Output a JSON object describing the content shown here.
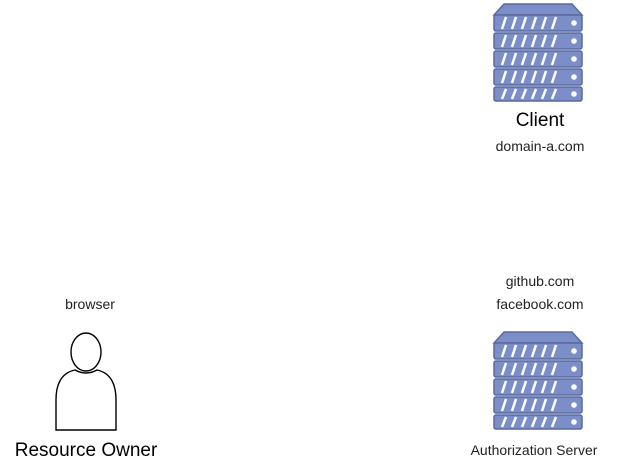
{
  "client": {
    "title": "Client",
    "domain": "domain-a.com"
  },
  "resource_owner": {
    "caption": "browser",
    "title": "Resource Owner"
  },
  "auth_server": {
    "domains": [
      "github.com",
      "facebook.com"
    ],
    "title": "Authorization Server"
  },
  "colors": {
    "server_fill": "#7b8ec7",
    "server_stroke": "#5a6aa0",
    "person_stroke": "#000000"
  }
}
